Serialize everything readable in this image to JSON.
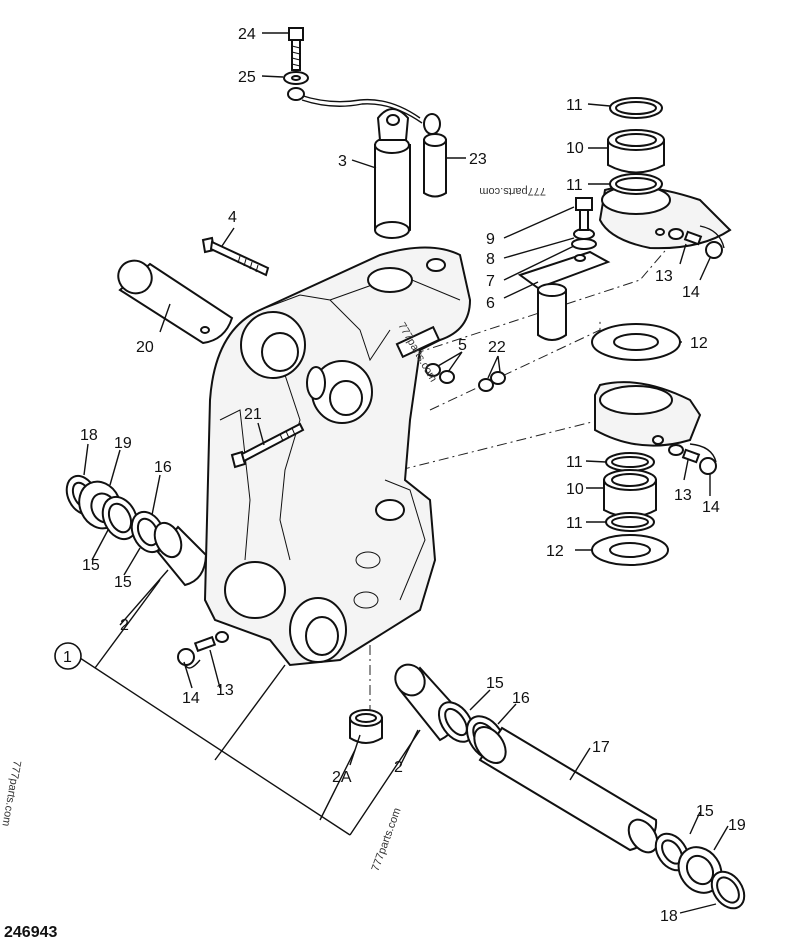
{
  "diagram_ref": "246943",
  "watermarks": [
    "777parts.com",
    "777parts.com",
    "777parts.com",
    "777parts.com"
  ],
  "callouts": {
    "c1": "1",
    "c2a": "2",
    "c2b": "2",
    "c2A": "2A",
    "c3": "3",
    "c4": "4",
    "c5": "5",
    "c6": "6",
    "c7": "7",
    "c8": "8",
    "c9": "9",
    "c10a": "10",
    "c10b": "10",
    "c11a": "11",
    "c11b": "11",
    "c11c": "11",
    "c11d": "11",
    "c12a": "12",
    "c12b": "12",
    "c13a": "13",
    "c13b": "13",
    "c13c": "13",
    "c14a": "14",
    "c14b": "14",
    "c14c": "14",
    "c15a": "15",
    "c15b": "15",
    "c15c": "15",
    "c15d": "15",
    "c16a": "16",
    "c16b": "16",
    "c17": "17",
    "c18a": "18",
    "c18b": "18",
    "c19a": "19",
    "c19b": "19",
    "c20": "20",
    "c21": "21",
    "c22": "22",
    "c23": "23",
    "c24": "24",
    "c25": "25"
  }
}
